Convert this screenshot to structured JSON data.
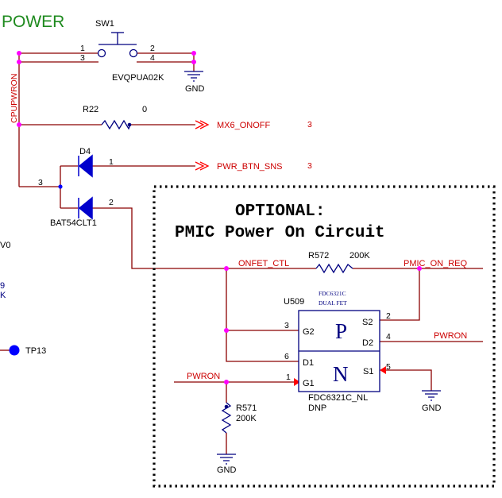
{
  "header": {
    "title": "POWER"
  },
  "switch": {
    "ref": "SW1",
    "part": "EVQPUA02K",
    "pins": [
      "1",
      "3",
      "2",
      "4"
    ]
  },
  "gnd_label": "GND",
  "net_cpupwron": "CPUPWRON",
  "r22": {
    "ref": "R22",
    "value": "0"
  },
  "net_mx6_onoff": {
    "label": "MX6_ONOFF",
    "sheet": "3"
  },
  "d4": {
    "ref": "D4",
    "part": "BAT54CLT1",
    "pin1": "1",
    "pin2": "2",
    "pin3": "3"
  },
  "net_pwr_btn_sns": {
    "label": "PWR_BTN_SNS",
    "sheet": "3"
  },
  "optional_box": {
    "title_line1": "OPTIONAL:",
    "title_line2": "PMIC Power On Circuit"
  },
  "net_onfet_ctl": "ONFET_CTL",
  "r572": {
    "ref": "R572",
    "value": "200K"
  },
  "net_pmic_on_req": "PMIC_ON_REQ",
  "u509": {
    "ref": "U509",
    "small_label_1": "FDC6321C",
    "small_label_2": "DUAL FET",
    "p_label": "P",
    "n_label": "N",
    "pin_g2": "G2",
    "pin_s2": "S2",
    "pin_d2": "D2",
    "pin_d1": "D1",
    "pin_g1": "G1",
    "pin_s1": "S1",
    "num_3": "3",
    "num_2": "2",
    "num_4": "4",
    "num_6": "6",
    "num_1": "1",
    "num_5": "5",
    "part": "FDC6321C_NL",
    "dnp": "DNP"
  },
  "net_pwron": "PWRON",
  "r571": {
    "ref": "R571",
    "value": "200K"
  },
  "left_edge": {
    "t1": "V0",
    "t2": "9",
    "t3": "K"
  },
  "testpoint": {
    "label": "TP13"
  }
}
